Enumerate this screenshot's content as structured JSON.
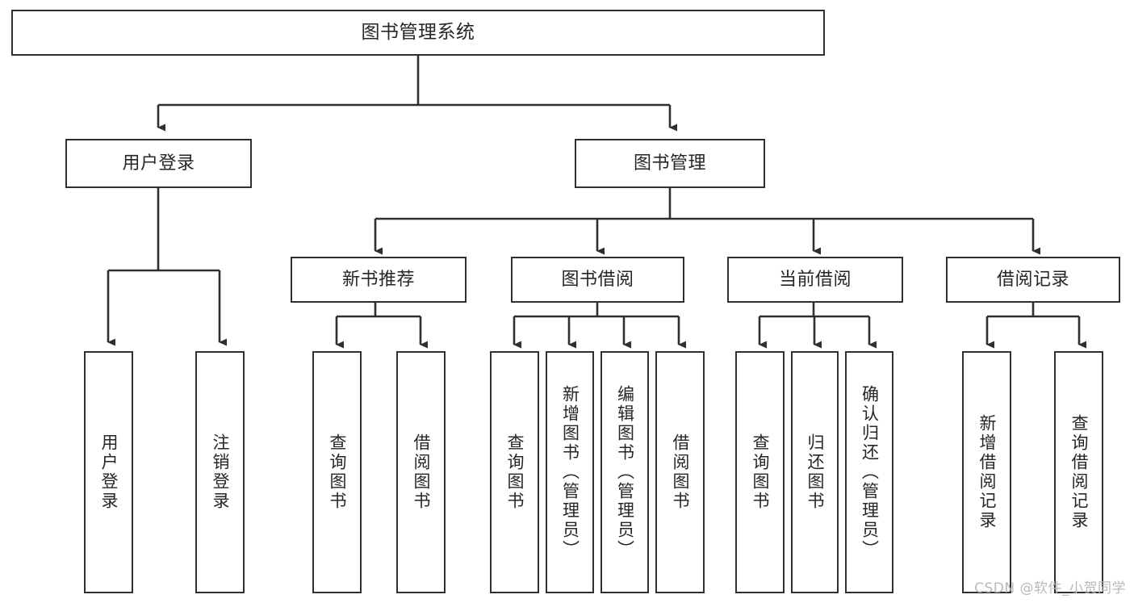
{
  "diagram": {
    "type": "tree",
    "title": "图书管理系统",
    "watermark": "CSDN @软件_小贺同学",
    "colors": {
      "stroke": "#2f2f2f",
      "text": "#262626",
      "background": "#ffffff",
      "watermark": "#b9b9b9"
    },
    "nodes": {
      "root": {
        "label": "图书管理系统"
      },
      "level2": [
        {
          "id": "user-login",
          "label": "用户登录"
        },
        {
          "id": "book-manage",
          "label": "图书管理"
        }
      ],
      "level3": [
        {
          "id": "new-book-recommend",
          "label": "新书推荐"
        },
        {
          "id": "book-borrow",
          "label": "图书借阅"
        },
        {
          "id": "current-borrow",
          "label": "当前借阅"
        },
        {
          "id": "borrow-record",
          "label": "借阅记录"
        }
      ],
      "leaves": {
        "user_login": [
          {
            "id": "leaf-user-login",
            "label": "用户登录"
          },
          {
            "id": "leaf-logout-login",
            "label": "注销登录"
          }
        ],
        "new_book_recommend": [
          {
            "id": "leaf-query-book-1",
            "label": "查询图书"
          },
          {
            "id": "leaf-borrow-book-1",
            "label": "借阅图书"
          }
        ],
        "book_borrow": [
          {
            "id": "leaf-query-book-2",
            "label": "查询图书"
          },
          {
            "id": "leaf-add-book",
            "label": "新增图书（管理员）"
          },
          {
            "id": "leaf-edit-book",
            "label": "编辑图书（管理员）"
          },
          {
            "id": "leaf-borrow-book-2",
            "label": "借阅图书"
          }
        ],
        "current_borrow": [
          {
            "id": "leaf-query-book-3",
            "label": "查询图书"
          },
          {
            "id": "leaf-return-book",
            "label": "归还图书"
          },
          {
            "id": "leaf-confirm-return",
            "label": "确认归还（管理员）"
          }
        ],
        "borrow_record": [
          {
            "id": "leaf-add-record",
            "label": "新增借阅记录"
          },
          {
            "id": "leaf-query-record",
            "label": "查询借阅记录"
          }
        ]
      }
    }
  }
}
